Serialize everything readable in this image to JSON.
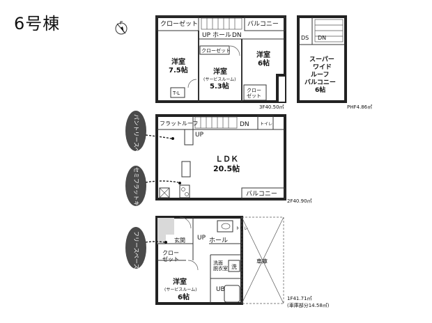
{
  "title": "6号棟",
  "floor3": {
    "closet1": "クローゼット",
    "hall": "ホール",
    "up": "UP",
    "dn": "DN",
    "balcony": "バルコニー",
    "closet_small": "クローゼット",
    "room1_name": "洋室",
    "room1_size": "7.5帖",
    "room2_name": "洋室",
    "room2_sub": "(サービスルーム)",
    "room2_size": "5.3帖",
    "room3_name": "洋室",
    "room3_size": "6帖",
    "closet3": "クロー\nゼット",
    "tl": "T-L",
    "area": "3F40.50㎡"
  },
  "roof": {
    "ds": "DS",
    "dn": "DN",
    "l1": "スーパー",
    "l2": "ワイド",
    "l3": "ルーフ",
    "l4": "バルコニー",
    "l5": "6帖",
    "area": "PHF4.86㎡"
  },
  "floor2": {
    "flat_roof": "フラットルーフ",
    "up": "UP",
    "dn": "DN",
    "toilet": "トイレ",
    "ldk": "ＬＤＫ",
    "ldk_size": "20.5帖",
    "balcony": "バルコニー",
    "area": "2F40.90㎡"
  },
  "floor1": {
    "hall": "ホール",
    "up": "UP",
    "genkan": "玄関",
    "closet": "クロー\nゼット",
    "toilet": "トイレ",
    "wash": "洗面\n脱衣室",
    "laundry": "洗",
    "ub": "UB",
    "room_name": "洋室",
    "room_sub": "(サービスルーム)",
    "room_size": "6帖",
    "garage": "車庫",
    "area": "1F41.71㎡",
    "garage_area": "(車庫部分14.58㎡)"
  },
  "callouts": {
    "pantry": "パントリースペース",
    "semiflat": "セミフラットキッチン",
    "free": "フリースペース"
  }
}
